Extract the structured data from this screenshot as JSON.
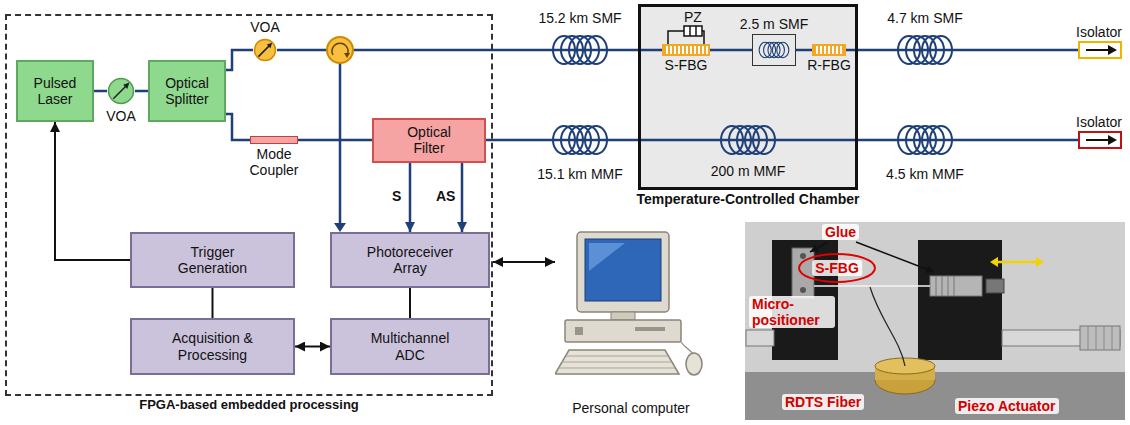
{
  "diagram": {
    "nodes": [
      {
        "text": [
          "FPGA-based embedded processing"
        ]
      },
      {
        "text": [
          "Pulsed Laser"
        ],
        "in": 0
      },
      {
        "text": [
          "VOA"
        ],
        "in": 0
      },
      {
        "text": [
          "Optical Splitter"
        ],
        "in": 0
      },
      {
        "text": [
          "VOA"
        ],
        "in": 0
      },
      {
        "text": [
          "Mode Coupler"
        ],
        "in": 0
      },
      {
        "text": [
          "Optical Filter"
        ],
        "in": 0
      },
      {
        "text": [
          "Trigger Generation"
        ],
        "in": 0
      },
      {
        "text": [
          "Photoreceiver Array"
        ],
        "in": 0
      },
      {
        "text": [
          "Acquisition & Processing"
        ],
        "in": 0
      },
      {
        "text": [
          "Multichannel ADC"
        ],
        "in": 0
      },
      {
        "text": [
          "Personal computer"
        ]
      },
      {
        "text": [
          "Temperature-Controlled Chamber"
        ]
      },
      {
        "text": [
          "S-FBG"
        ],
        "in": 12
      },
      {
        "text": [
          "2.5 m SMF"
        ],
        "in": 12
      },
      {
        "text": [
          "R-FBG"
        ],
        "in": 12
      },
      {
        "text": [
          "Isolator"
        ]
      },
      {
        "text": [
          "Isolator"
        ]
      }
    ],
    "edges": [
      {
        "from": 1,
        "to": 2,
        "arrow": "none"
      },
      {
        "from": 2,
        "to": 3,
        "arrow": "none"
      },
      {
        "from": 3,
        "to": 4,
        "arrow": "none"
      },
      {
        "from": 3,
        "to": 5,
        "arrow": "none"
      },
      {
        "from": 5,
        "to": 6,
        "arrow": "none"
      },
      {
        "from": 6,
        "to": 8,
        "label": "S",
        "arrow": "to"
      },
      {
        "from": 6,
        "to": 8,
        "label": "AS",
        "arrow": "to"
      },
      {
        "from": 7,
        "to": 1,
        "arrow": "to"
      },
      {
        "from": 7,
        "to": 9,
        "arrow": "none"
      },
      {
        "from": 8,
        "to": 10,
        "arrow": "none"
      },
      {
        "from": 9,
        "to": 10,
        "arrow": "both"
      },
      {
        "from": 0,
        "to": 11,
        "arrow": "both"
      },
      {
        "from": 13,
        "to": 14,
        "arrow": "none"
      },
      {
        "from": 14,
        "to": 15,
        "arrow": "none"
      }
    ],
    "labels": [
      "15.2 km SMF",
      "15.1 km MMF",
      "PZ",
      "200 m MMF",
      "4.7 km SMF",
      "4.5 km MMF",
      "Glue",
      "S-FBG",
      "Micro- positioner",
      "RDTS Fiber",
      "Piezo Actuator"
    ]
  }
}
